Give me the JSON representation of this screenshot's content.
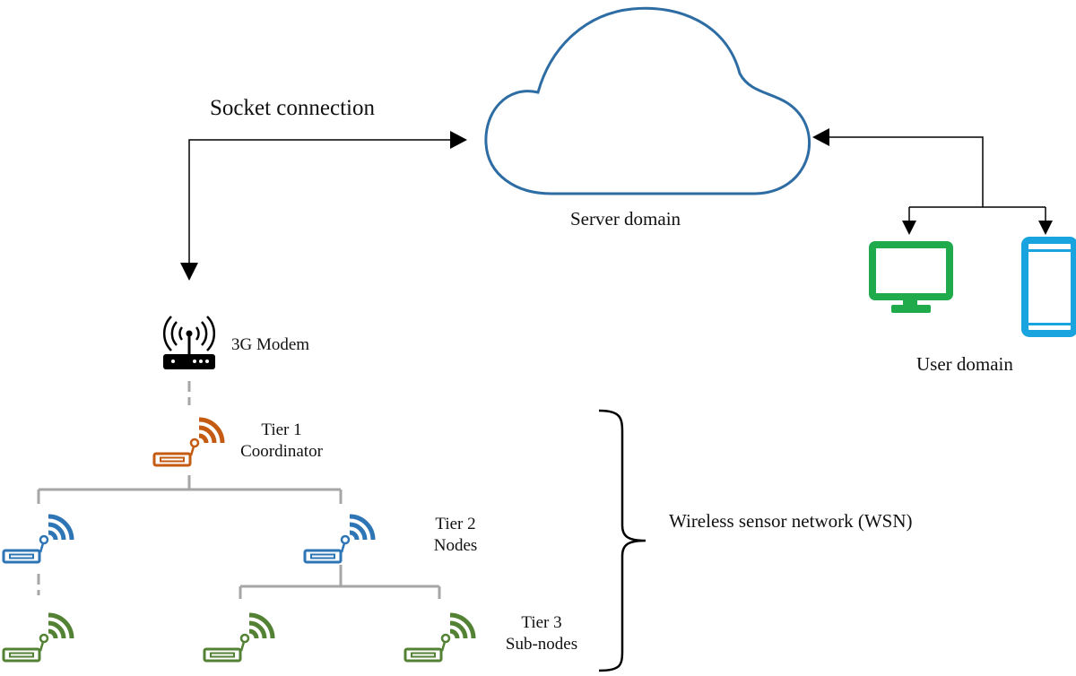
{
  "labels": {
    "socket_connection": "Socket connection",
    "server_domain": "Server domain",
    "user_domain": "User domain",
    "modem": "3G Modem",
    "tier1_line1": "Tier 1",
    "tier1_line2": "Coordinator",
    "tier2_line1": "Tier 2",
    "tier2_line2": "Nodes",
    "tier3_line1": "Tier 3",
    "tier3_line2": "Sub-nodes",
    "wsn": "Wireless sensor network (WSN)"
  },
  "icons": {
    "cloud": "cloud-icon",
    "desktop": "desktop-monitor-icon",
    "phone": "smartphone-icon",
    "modem": "modem-router-icon",
    "coordinator": "wireless-sensor-icon",
    "node": "wireless-sensor-icon",
    "subnode": "wireless-sensor-icon"
  },
  "colors": {
    "cloud_outline": "#2e6da4",
    "desktop": "#1faa4b",
    "phone": "#19a4e0",
    "coordinator": "#c55a11",
    "node": "#2e75b6",
    "subnode": "#548235",
    "tree_line": "#a6a6a6",
    "arrow": "#000000"
  }
}
